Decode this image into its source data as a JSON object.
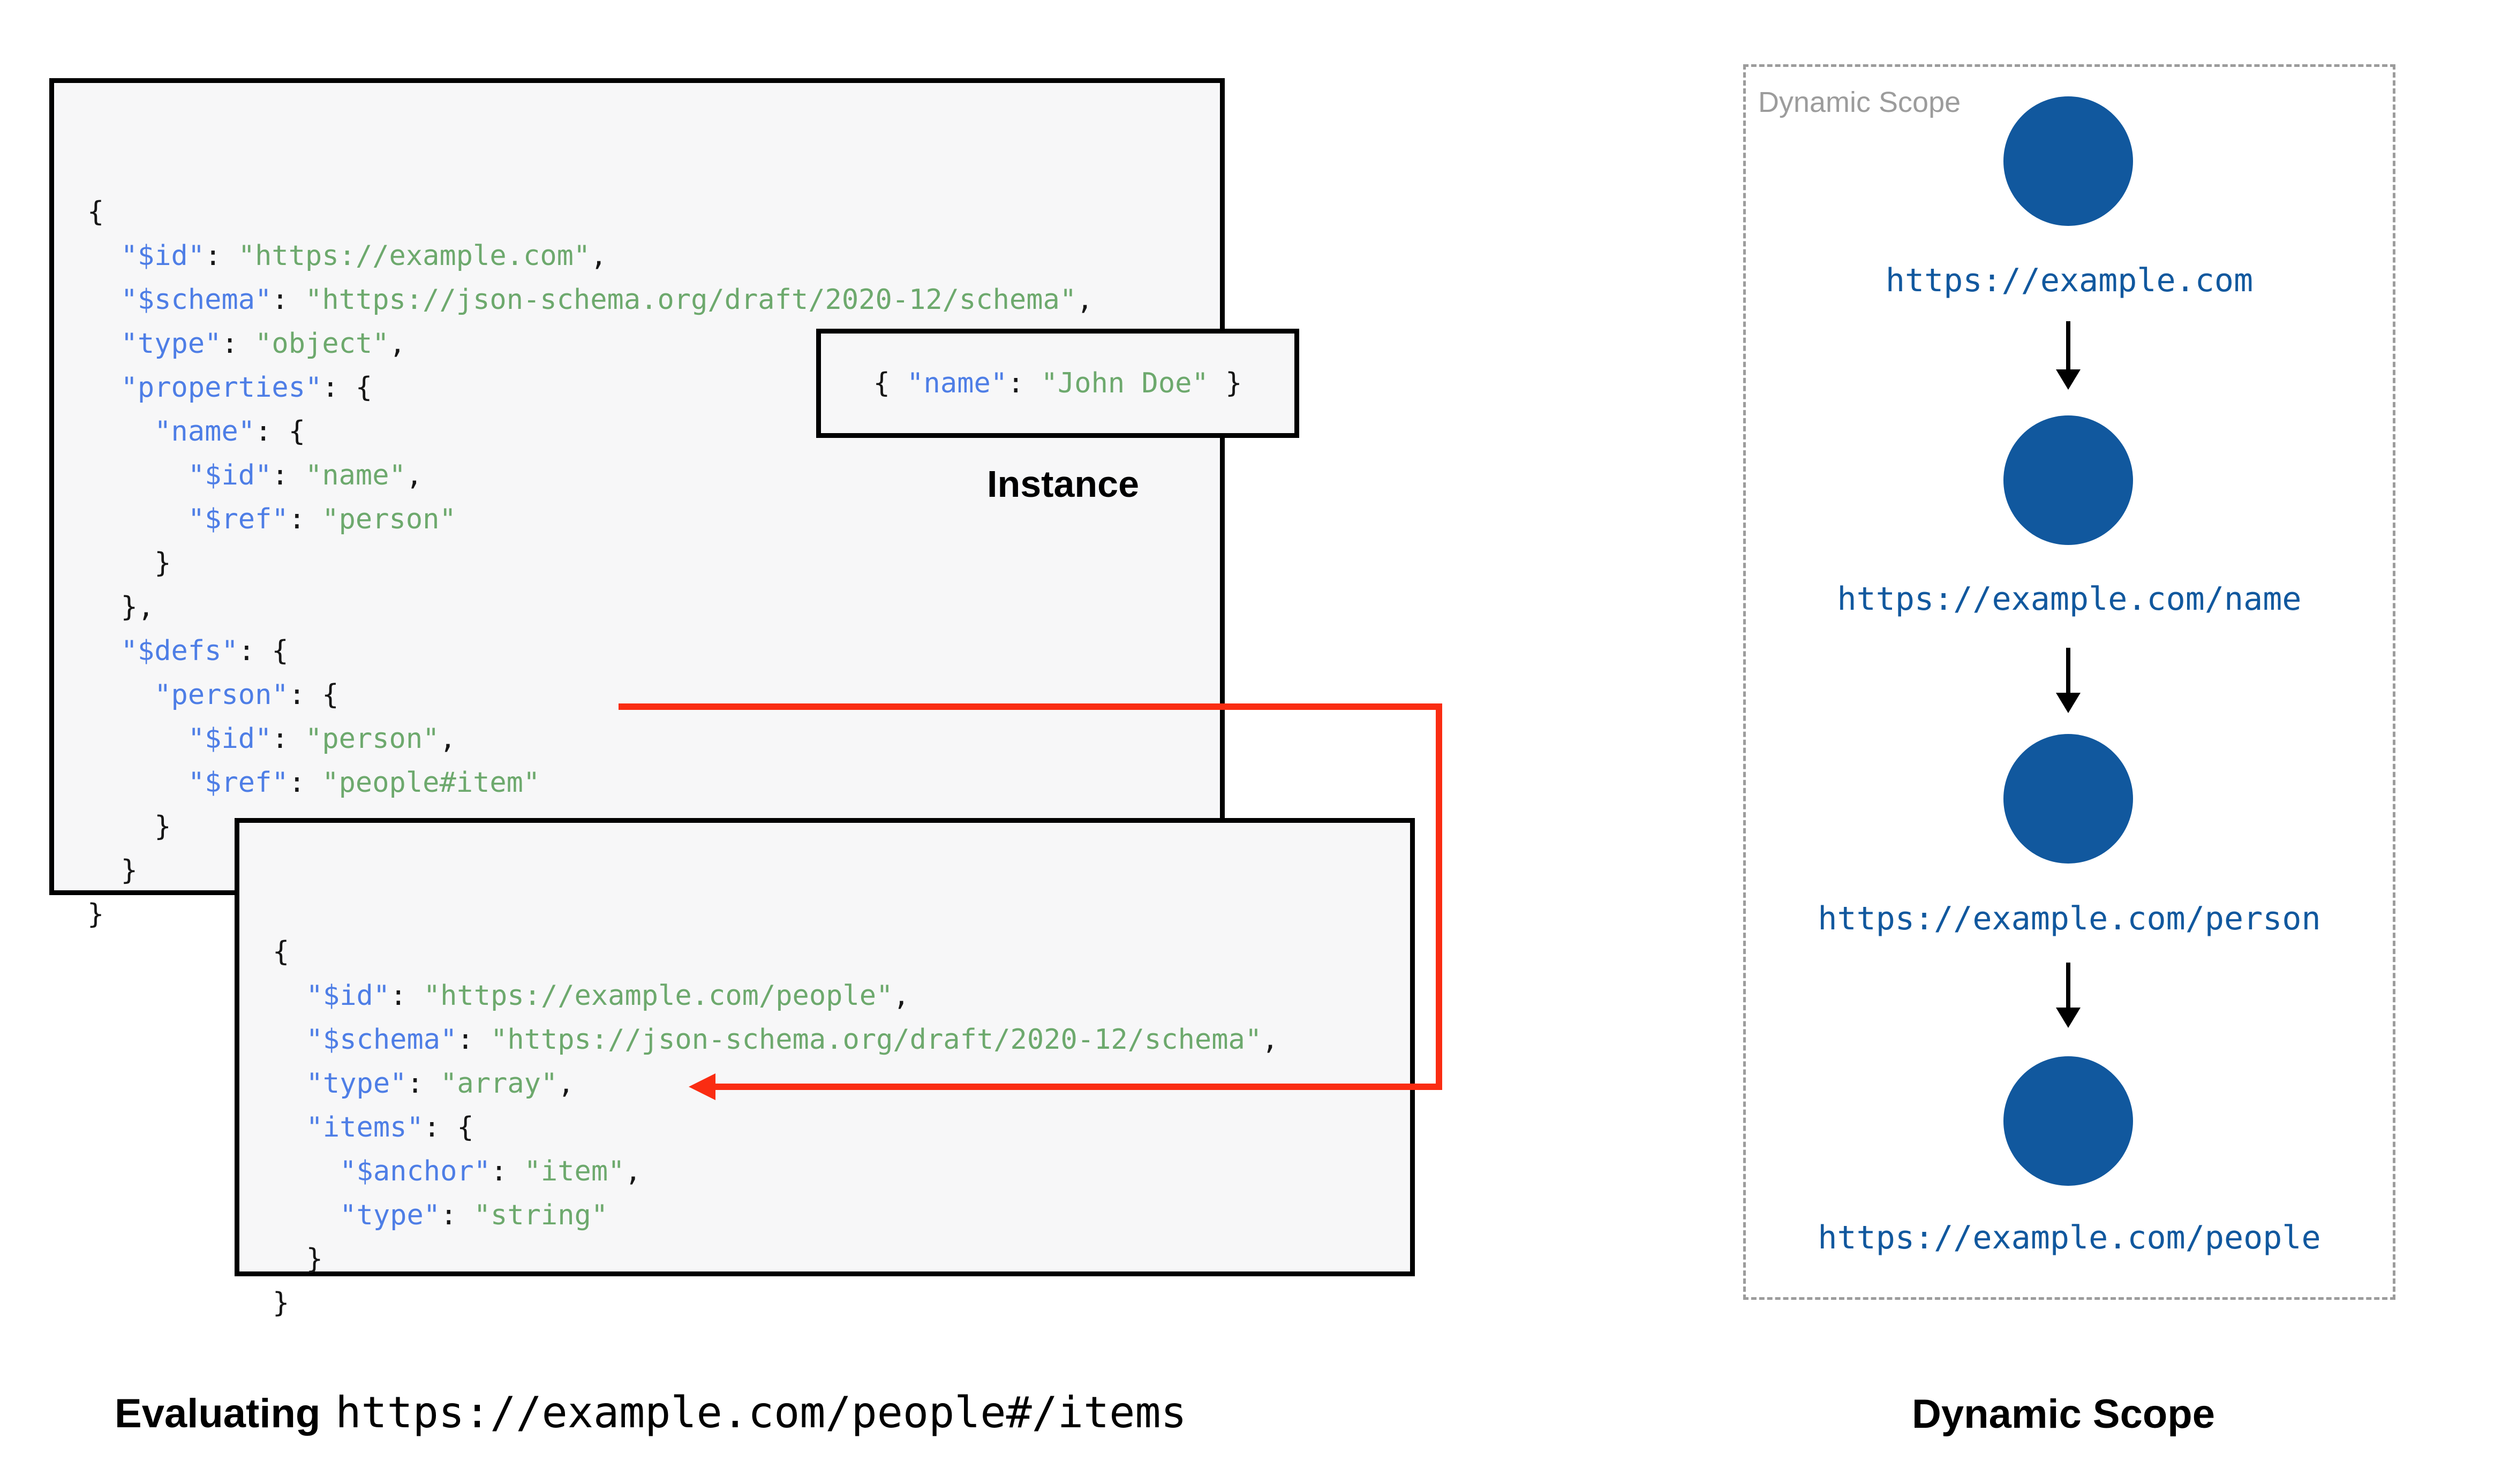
{
  "main_schema": {
    "lines": [
      [
        [
          "p",
          "{"
        ]
      ],
      [
        [
          "p",
          "  "
        ],
        [
          "k",
          "\"$id\""
        ],
        [
          "p",
          ": "
        ],
        [
          "s",
          "\"https://example.com\""
        ],
        [
          "p",
          ","
        ]
      ],
      [
        [
          "p",
          "  "
        ],
        [
          "k",
          "\"$schema\""
        ],
        [
          "p",
          ": "
        ],
        [
          "s",
          "\"https://json-schema.org/draft/2020-12/schema\""
        ],
        [
          "p",
          ","
        ]
      ],
      [
        [
          "p",
          "  "
        ],
        [
          "k",
          "\"type\""
        ],
        [
          "p",
          ": "
        ],
        [
          "s",
          "\"object\""
        ],
        [
          "p",
          ","
        ]
      ],
      [
        [
          "p",
          "  "
        ],
        [
          "k",
          "\"properties\""
        ],
        [
          "p",
          ": {"
        ]
      ],
      [
        [
          "p",
          "    "
        ],
        [
          "k",
          "\"name\""
        ],
        [
          "p",
          ": {"
        ]
      ],
      [
        [
          "p",
          "      "
        ],
        [
          "k",
          "\"$id\""
        ],
        [
          "p",
          ": "
        ],
        [
          "s",
          "\"name\""
        ],
        [
          "p",
          ","
        ]
      ],
      [
        [
          "p",
          "      "
        ],
        [
          "k",
          "\"$ref\""
        ],
        [
          "p",
          ": "
        ],
        [
          "s",
          "\"person\""
        ]
      ],
      [
        [
          "p",
          "    }"
        ]
      ],
      [
        [
          "p",
          "  },"
        ]
      ],
      [
        [
          "p",
          "  "
        ],
        [
          "k",
          "\"$defs\""
        ],
        [
          "p",
          ": {"
        ]
      ],
      [
        [
          "p",
          "    "
        ],
        [
          "k",
          "\"person\""
        ],
        [
          "p",
          ": {"
        ]
      ],
      [
        [
          "p",
          "      "
        ],
        [
          "k",
          "\"$id\""
        ],
        [
          "p",
          ": "
        ],
        [
          "s",
          "\"person\""
        ],
        [
          "p",
          ","
        ]
      ],
      [
        [
          "p",
          "      "
        ],
        [
          "k",
          "\"$ref\""
        ],
        [
          "p",
          ": "
        ],
        [
          "s",
          "\"people#item\""
        ]
      ],
      [
        [
          "p",
          "    }"
        ]
      ],
      [
        [
          "p",
          "  }"
        ]
      ],
      [
        [
          "p",
          "}"
        ]
      ]
    ]
  },
  "people_schema": {
    "lines": [
      [
        [
          "p",
          "{"
        ]
      ],
      [
        [
          "p",
          "  "
        ],
        [
          "k",
          "\"$id\""
        ],
        [
          "p",
          ": "
        ],
        [
          "s",
          "\"https://example.com/people\""
        ],
        [
          "p",
          ","
        ]
      ],
      [
        [
          "p",
          "  "
        ],
        [
          "k",
          "\"$schema\""
        ],
        [
          "p",
          ": "
        ],
        [
          "s",
          "\"https://json-schema.org/draft/2020-12/schema\""
        ],
        [
          "p",
          ","
        ]
      ],
      [
        [
          "p",
          "  "
        ],
        [
          "k",
          "\"type\""
        ],
        [
          "p",
          ": "
        ],
        [
          "s",
          "\"array\""
        ],
        [
          "p",
          ","
        ]
      ],
      [
        [
          "p",
          "  "
        ],
        [
          "k",
          "\"items\""
        ],
        [
          "p",
          ": {"
        ]
      ],
      [
        [
          "p",
          "    "
        ],
        [
          "k",
          "\"$anchor\""
        ],
        [
          "p",
          ": "
        ],
        [
          "s",
          "\"item\""
        ],
        [
          "p",
          ","
        ]
      ],
      [
        [
          "p",
          "    "
        ],
        [
          "k",
          "\"type\""
        ],
        [
          "p",
          ": "
        ],
        [
          "s",
          "\"string\""
        ]
      ],
      [
        [
          "p",
          "  }"
        ]
      ],
      [
        [
          "p",
          "}"
        ]
      ]
    ]
  },
  "instance": {
    "lines": [
      [
        [
          "p",
          "{ "
        ],
        [
          "k",
          "\"name\""
        ],
        [
          "p",
          ": "
        ],
        [
          "s",
          "\"John Doe\""
        ],
        [
          "p",
          " }"
        ]
      ]
    ],
    "caption": "Instance"
  },
  "dynamic_scope": {
    "panel_label": "Dynamic Scope",
    "caption": "Dynamic Scope",
    "nodes": [
      "https://example.com",
      "https://example.com/name",
      "https://example.com/person",
      "https://example.com/people"
    ]
  },
  "footer": {
    "evaluating_label": "Evaluating",
    "evaluated_uri": "https://example.com/people#/items"
  },
  "colors": {
    "key_blue": "#4e7ee6",
    "string_green": "#6da96d",
    "punctuation": "#161616",
    "node_blue": "#11589e",
    "ref_arrow_red": "#fa2c12",
    "panel_gray": "#9c9c9c",
    "block_fill": "#f7f7f8",
    "block_border": "#000000"
  }
}
